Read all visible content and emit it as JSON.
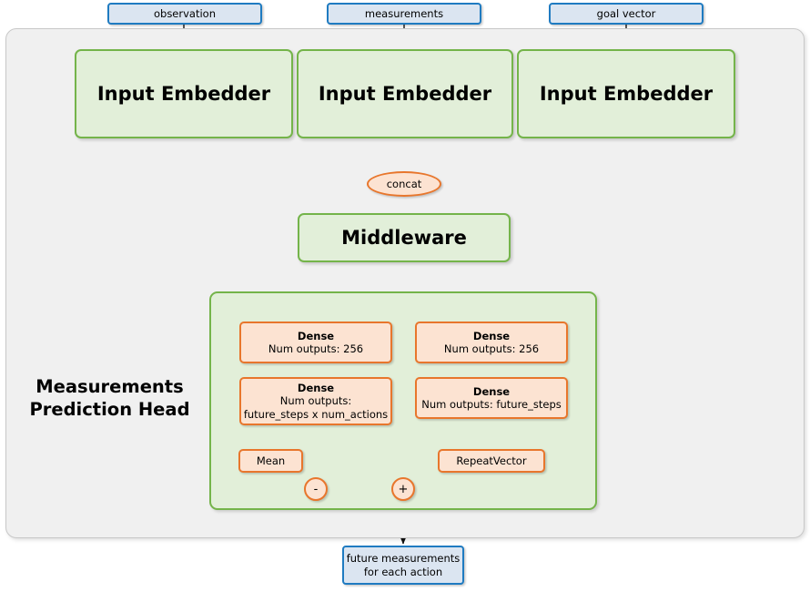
{
  "diagram": {
    "title": "Measurements Prediction Head",
    "inputs": [
      {
        "label": "observation"
      },
      {
        "label": "measurements"
      },
      {
        "label": "goal vector"
      }
    ],
    "embedders": [
      {
        "label": "Input Embedder"
      },
      {
        "label": "Input Embedder"
      },
      {
        "label": "Input Embedder"
      }
    ],
    "concat": {
      "label": "concat"
    },
    "middleware": {
      "label": "Middleware"
    },
    "head": {
      "title_line1": "Measurements",
      "title_line2": "Prediction Head",
      "left_branch": {
        "dense1": {
          "title": "Dense",
          "line2": "Num outputs: 256"
        },
        "dense2": {
          "title": "Dense",
          "line2": "Num outputs:",
          "line3": "future_steps x num_actions"
        },
        "mean": {
          "label": "Mean"
        }
      },
      "right_branch": {
        "dense1": {
          "title": "Dense",
          "line2": "Num outputs: 256"
        },
        "dense2": {
          "title": "Dense",
          "line2": "Num outputs: future_steps"
        },
        "repeat_vector": {
          "label": "RepeatVector"
        }
      },
      "ops": {
        "subtract": {
          "symbol": "-"
        },
        "add": {
          "symbol": "+"
        }
      }
    },
    "output": {
      "line1": "future measurements",
      "line2": "for each action"
    },
    "colors": {
      "io_fill": "#dbe5f1",
      "io_stroke": "#1f7bc1",
      "module_fill": "#e2efd9",
      "module_stroke": "#74b44a",
      "layer_fill": "#fce3d2",
      "layer_stroke": "#e8762c",
      "panel_fill": "#f0f0f0",
      "panel_stroke": "#c8c8c8",
      "edge_stroke": "#262626"
    }
  }
}
